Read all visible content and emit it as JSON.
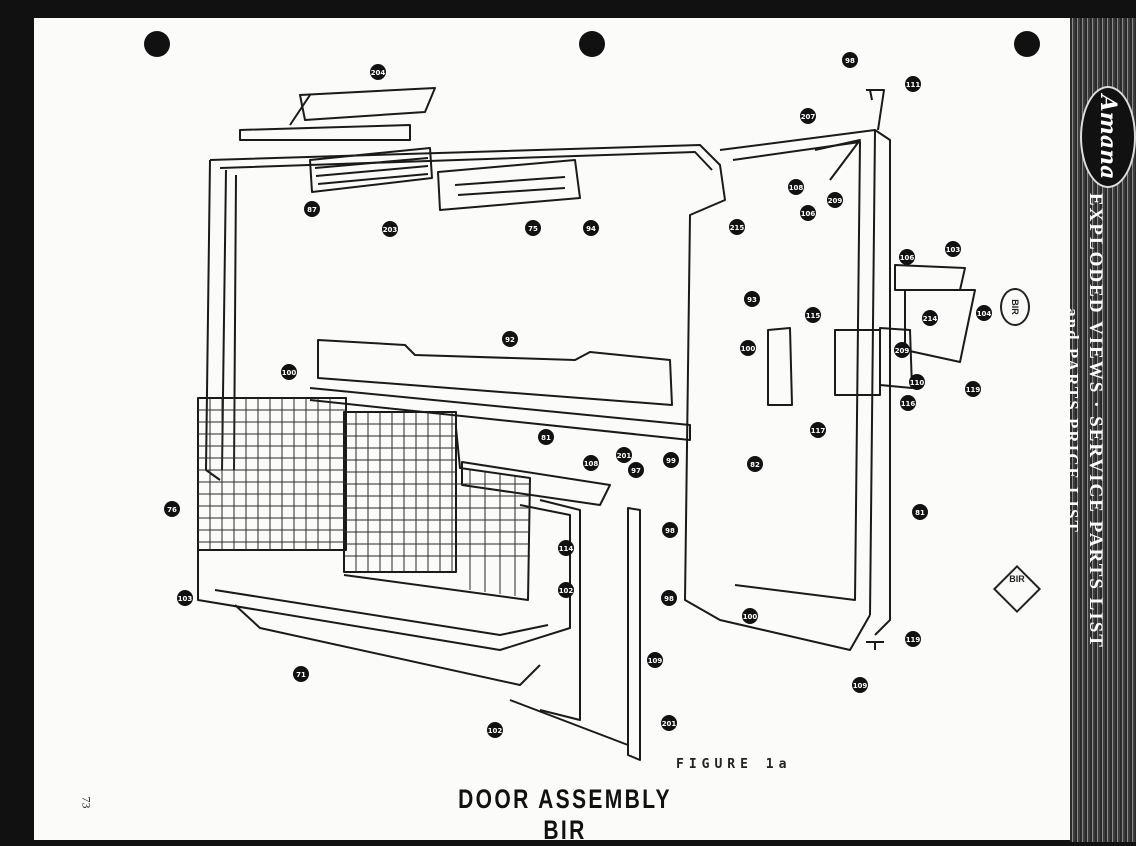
{
  "figure_label": "FIGURE 1a",
  "title": "DOOR ASSEMBLY BIR",
  "page_number": "73",
  "brand": "Amana",
  "side_panel": {
    "title": "EXPLODED VIEWS · SERVICE PARTS LIST",
    "subtitle": "and PARTS PRICE LIST"
  },
  "badges": {
    "diamond": "BIR",
    "circle": "BIR"
  },
  "callouts": [
    "204",
    "111",
    "207",
    "108",
    "106",
    "209",
    "106",
    "103",
    "104",
    "214",
    "110",
    "119",
    "115",
    "116",
    "117",
    "209",
    "81",
    "119",
    "109",
    "87",
    "203",
    "75",
    "94",
    "215",
    "93",
    "100",
    "92",
    "100",
    "82",
    "201",
    "81",
    "99",
    "97",
    "108",
    "76",
    "114",
    "102",
    "103",
    "71",
    "102",
    "98",
    "98",
    "109",
    "100",
    "201",
    "98"
  ],
  "colors": {
    "ink": "#1a1a1a",
    "paper": "#fbfbf9",
    "background": "#111111"
  }
}
